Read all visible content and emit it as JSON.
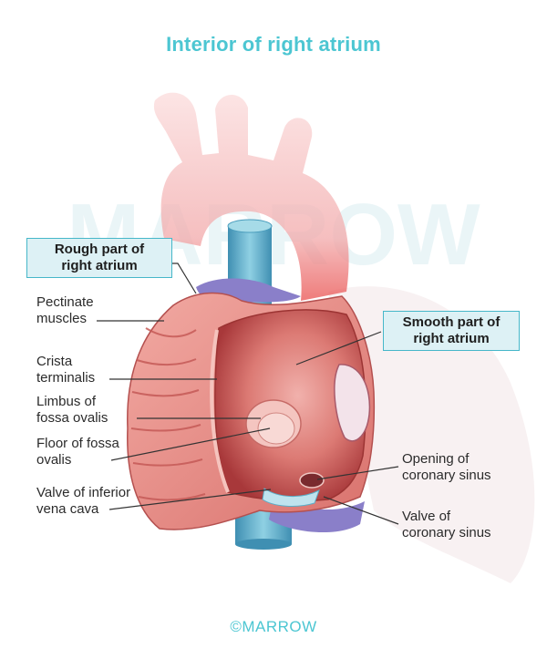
{
  "title": "Interior of right atrium",
  "watermark": "MARROW",
  "footer": "©MARROW",
  "boxes": {
    "rough": [
      "Rough part of",
      "right atrium"
    ],
    "smooth": [
      "Smooth part of",
      "right atrium"
    ]
  },
  "labels": {
    "pectinate": [
      "Pectinate",
      "muscles"
    ],
    "crista": [
      "Crista",
      "terminalis"
    ],
    "limbus": [
      "Limbus of",
      "fossa ovalis"
    ],
    "floor": [
      "Floor of fossa",
      "ovalis"
    ],
    "valve_ivc": [
      "Valve of inferior",
      "vena cava"
    ],
    "opening_cs": [
      "Opening of",
      "coronary sinus"
    ],
    "valve_cs": [
      "Valve of",
      "coronary sinus"
    ]
  },
  "colors": {
    "accent": "#4cc6d2",
    "box_fill": "#ddf1f5",
    "box_border": "#46b7c9",
    "aorta": "#f6c7c7",
    "atrium_wall": "#e38a86",
    "atrium_interior": "#c9504f",
    "vena_cava": "#5aaec8",
    "coronary": "#8a7fc9"
  }
}
